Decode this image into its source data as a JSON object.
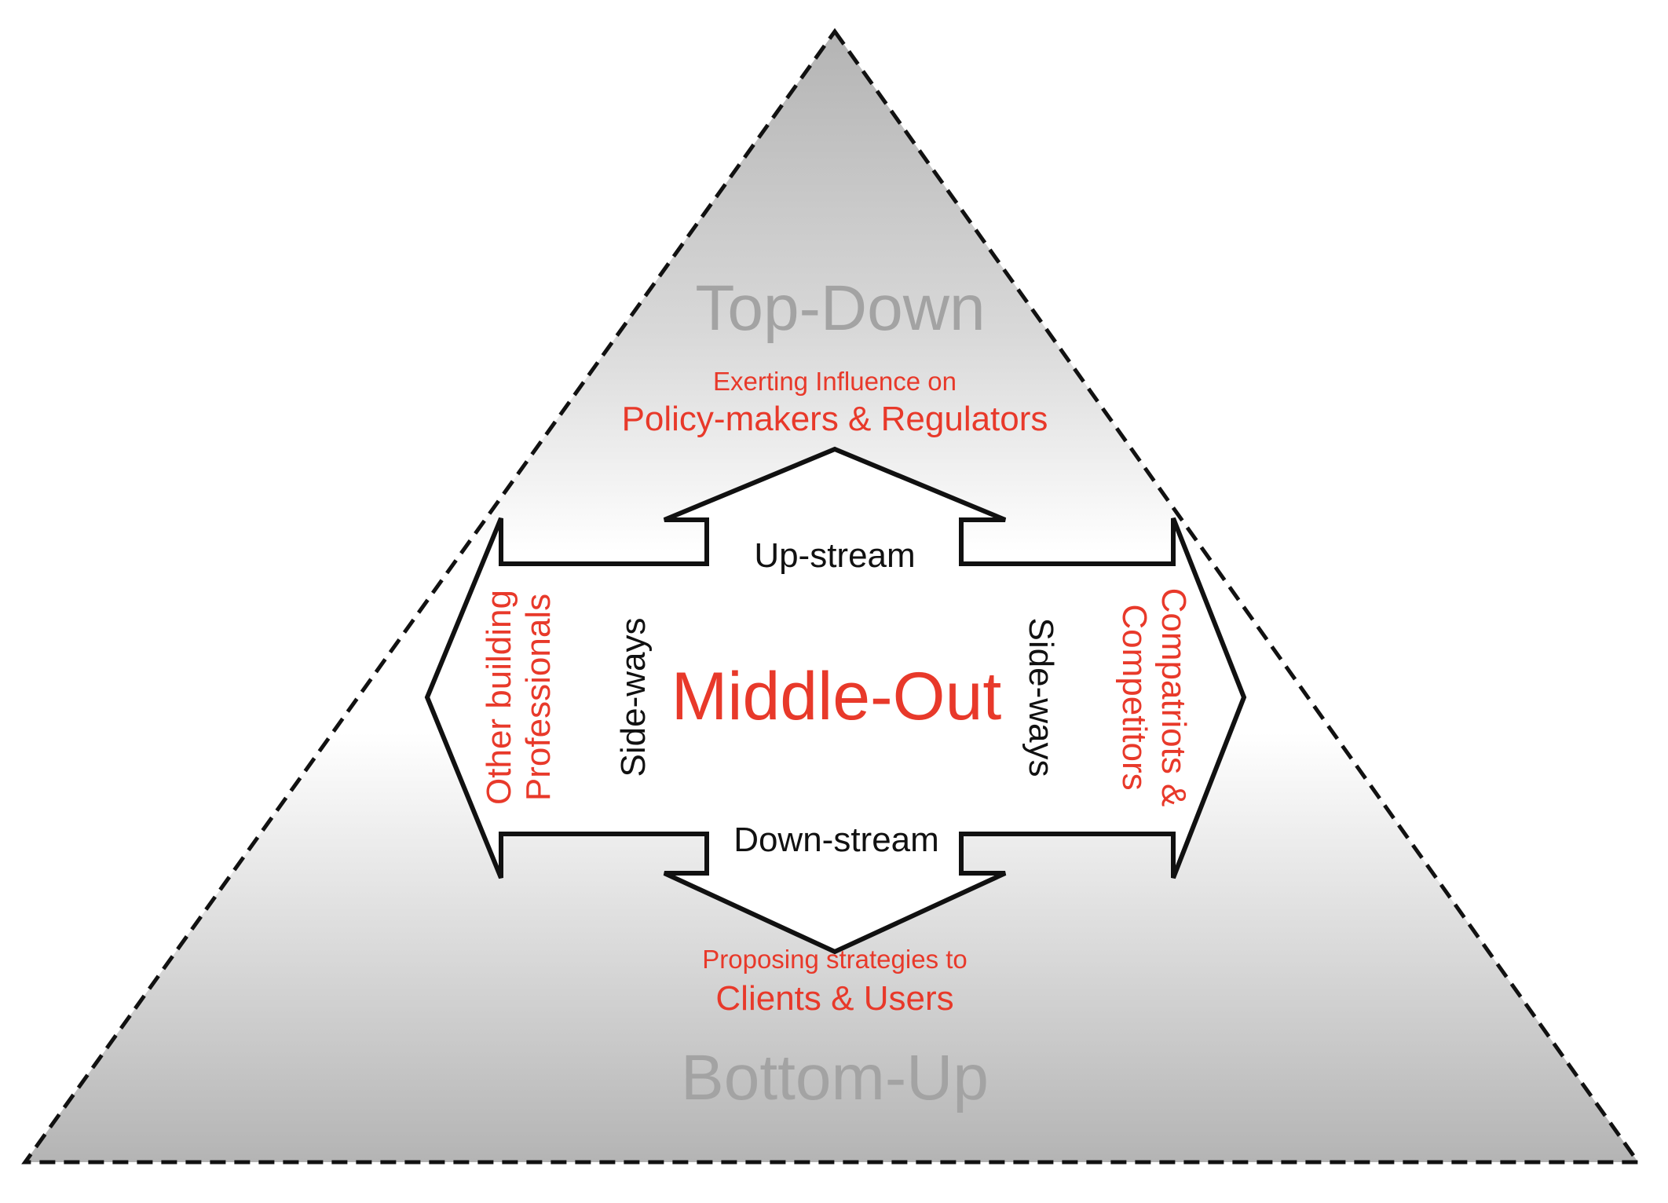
{
  "colors": {
    "accent_red": "#e8392a",
    "muted_grey_text": "#a3a3a3",
    "outline_black": "#111111",
    "fill_grey_dark": "#b4b4b4",
    "fill_grey_light": "#ffffff"
  },
  "pyramid": {
    "top_label": "Top-Down",
    "bottom_label": "Bottom-Up"
  },
  "center": {
    "label": "Middle-Out"
  },
  "arrows": {
    "up": {
      "label": "Up-stream",
      "target_caption": "Exerting Influence on",
      "target_name": "Policy-makers & Regulators"
    },
    "down": {
      "label": "Down-stream",
      "target_caption": "Proposing strategies to",
      "target_name": "Clients & Users"
    },
    "left": {
      "label": "Side-ways",
      "target_line_1": "Other building",
      "target_line_2": "Professionals"
    },
    "right": {
      "label": "Side-ways",
      "target_line_1": "Compatriots &",
      "target_line_2": "Competitors"
    }
  }
}
